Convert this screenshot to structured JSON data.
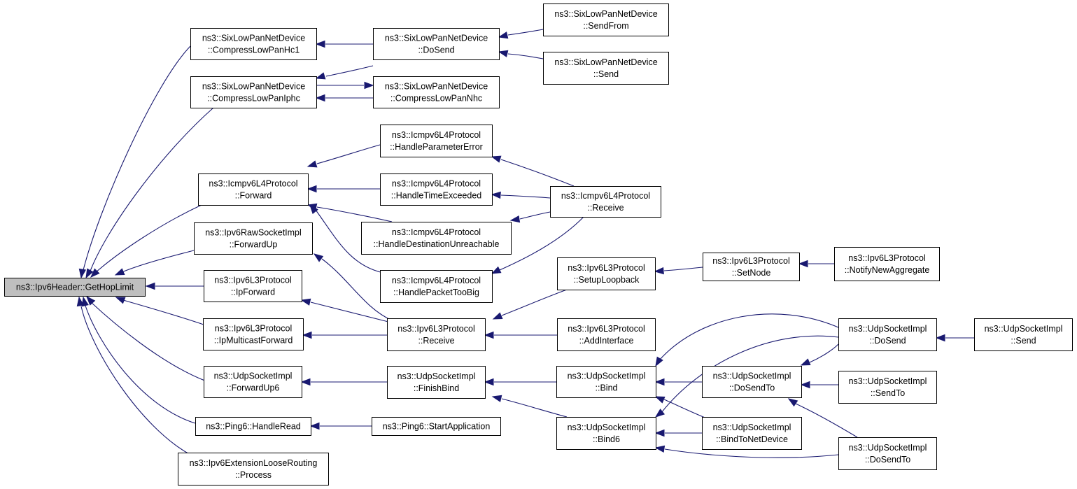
{
  "graph": {
    "nodes": [
      {
        "id": "gethoplimit",
        "lines": [
          "ns3::Ipv6Header::GetHopLimit"
        ],
        "root": true
      },
      {
        "id": "compress_hc1",
        "lines": [
          "ns3::SixLowPanNetDevice",
          "::CompressLowPanHc1"
        ]
      },
      {
        "id": "compress_iphc",
        "lines": [
          "ns3::SixLowPanNetDevice",
          "::CompressLowPanIphc"
        ]
      },
      {
        "id": "icmp_forward",
        "lines": [
          "ns3::Icmpv6L4Protocol",
          "::Forward"
        ]
      },
      {
        "id": "raw_forwardup",
        "lines": [
          "ns3::Ipv6RawSocketImpl",
          "::ForwardUp"
        ]
      },
      {
        "id": "l3_ipforward",
        "lines": [
          "ns3::Ipv6L3Protocol",
          "::IpForward"
        ]
      },
      {
        "id": "l3_ipmulticast",
        "lines": [
          "ns3::Ipv6L3Protocol",
          "::IpMulticastForward"
        ]
      },
      {
        "id": "udp_forwardup6",
        "lines": [
          "ns3::UdpSocketImpl",
          "::ForwardUp6"
        ]
      },
      {
        "id": "ping6_handleread",
        "lines": [
          "ns3::Ping6::HandleRead"
        ]
      },
      {
        "id": "loose_process",
        "lines": [
          "ns3::Ipv6ExtensionLooseRouting",
          "::Process"
        ]
      },
      {
        "id": "six_dosend",
        "lines": [
          "ns3::SixLowPanNetDevice",
          "::DoSend"
        ]
      },
      {
        "id": "six_nhc",
        "lines": [
          "ns3::SixLowPanNetDevice",
          "::CompressLowPanNhc"
        ]
      },
      {
        "id": "icmp_param",
        "lines": [
          "ns3::Icmpv6L4Protocol",
          "::HandleParameterError"
        ]
      },
      {
        "id": "icmp_time",
        "lines": [
          "ns3::Icmpv6L4Protocol",
          "::HandleTimeExceeded"
        ]
      },
      {
        "id": "icmp_dest",
        "lines": [
          "ns3::Icmpv6L4Protocol",
          "::HandleDestinationUnreachable"
        ]
      },
      {
        "id": "icmp_toobig",
        "lines": [
          "ns3::Icmpv6L4Protocol",
          "::HandlePacketTooBig"
        ]
      },
      {
        "id": "l3_receive",
        "lines": [
          "ns3::Ipv6L3Protocol",
          "::Receive"
        ]
      },
      {
        "id": "udp_finishbind",
        "lines": [
          "ns3::UdpSocketImpl",
          "::FinishBind"
        ]
      },
      {
        "id": "ping6_start",
        "lines": [
          "ns3::Ping6::StartApplication"
        ]
      },
      {
        "id": "six_sendfrom",
        "lines": [
          "ns3::SixLowPanNetDevice",
          "::SendFrom"
        ]
      },
      {
        "id": "six_send",
        "lines": [
          "ns3::SixLowPanNetDevice",
          "::Send"
        ]
      },
      {
        "id": "icmp_receive",
        "lines": [
          "ns3::Icmpv6L4Protocol",
          "::Receive"
        ]
      },
      {
        "id": "l3_setuploop",
        "lines": [
          "ns3::Ipv6L3Protocol",
          "::SetupLoopback"
        ]
      },
      {
        "id": "l3_addif",
        "lines": [
          "ns3::Ipv6L3Protocol",
          "::AddInterface"
        ]
      },
      {
        "id": "udp_bind",
        "lines": [
          "ns3::UdpSocketImpl",
          "::Bind"
        ]
      },
      {
        "id": "udp_bind6",
        "lines": [
          "ns3::UdpSocketImpl",
          "::Bind6"
        ]
      },
      {
        "id": "l3_setnode",
        "lines": [
          "ns3::Ipv6L3Protocol",
          "::SetNode"
        ]
      },
      {
        "id": "udp_dosendto_mid",
        "lines": [
          "ns3::UdpSocketImpl",
          "::DoSendTo"
        ]
      },
      {
        "id": "udp_bindtonet",
        "lines": [
          "ns3::UdpSocketImpl",
          "::BindToNetDevice"
        ]
      },
      {
        "id": "l3_notify",
        "lines": [
          "ns3::Ipv6L3Protocol",
          "::NotifyNewAggregate"
        ]
      },
      {
        "id": "udp_dosend",
        "lines": [
          "ns3::UdpSocketImpl",
          "::DoSend"
        ]
      },
      {
        "id": "udp_sendto",
        "lines": [
          "ns3::UdpSocketImpl",
          "::SendTo"
        ]
      },
      {
        "id": "udp_dosendto_right",
        "lines": [
          "ns3::UdpSocketImpl",
          "::DoSendTo"
        ]
      },
      {
        "id": "udp_send",
        "lines": [
          "ns3::UdpSocketImpl",
          "::Send"
        ]
      }
    ],
    "edges": [
      {
        "from": "compress_hc1",
        "to": "gethoplimit"
      },
      {
        "from": "compress_iphc",
        "to": "gethoplimit"
      },
      {
        "from": "icmp_forward",
        "to": "gethoplimit"
      },
      {
        "from": "raw_forwardup",
        "to": "gethoplimit"
      },
      {
        "from": "l3_ipforward",
        "to": "gethoplimit"
      },
      {
        "from": "l3_ipmulticast",
        "to": "gethoplimit"
      },
      {
        "from": "udp_forwardup6",
        "to": "gethoplimit"
      },
      {
        "from": "ping6_handleread",
        "to": "gethoplimit"
      },
      {
        "from": "loose_process",
        "to": "gethoplimit"
      },
      {
        "from": "six_dosend",
        "to": "compress_hc1"
      },
      {
        "from": "six_dosend",
        "to": "compress_iphc"
      },
      {
        "from": "six_nhc",
        "to": "compress_iphc"
      },
      {
        "from": "compress_iphc",
        "to": "six_nhc"
      },
      {
        "from": "six_sendfrom",
        "to": "six_dosend"
      },
      {
        "from": "six_send",
        "to": "six_dosend"
      },
      {
        "from": "icmp_param",
        "to": "icmp_forward"
      },
      {
        "from": "icmp_time",
        "to": "icmp_forward"
      },
      {
        "from": "icmp_dest",
        "to": "icmp_forward"
      },
      {
        "from": "icmp_toobig",
        "to": "icmp_forward"
      },
      {
        "from": "icmp_receive",
        "to": "icmp_param"
      },
      {
        "from": "icmp_receive",
        "to": "icmp_time"
      },
      {
        "from": "icmp_receive",
        "to": "icmp_dest"
      },
      {
        "from": "icmp_receive",
        "to": "icmp_toobig"
      },
      {
        "from": "l3_receive",
        "to": "raw_forwardup"
      },
      {
        "from": "l3_receive",
        "to": "l3_ipforward"
      },
      {
        "from": "l3_receive",
        "to": "l3_ipmulticast"
      },
      {
        "from": "l3_setuploop",
        "to": "l3_receive"
      },
      {
        "from": "l3_addif",
        "to": "l3_receive"
      },
      {
        "from": "l3_setnode",
        "to": "l3_setuploop"
      },
      {
        "from": "l3_notify",
        "to": "l3_setnode"
      },
      {
        "from": "udp_finishbind",
        "to": "udp_forwardup6"
      },
      {
        "from": "udp_bind",
        "to": "udp_finishbind"
      },
      {
        "from": "udp_bind6",
        "to": "udp_finishbind"
      },
      {
        "from": "ping6_start",
        "to": "ping6_handleread"
      },
      {
        "from": "udp_dosend",
        "to": "udp_bind"
      },
      {
        "from": "udp_dosendto_mid",
        "to": "udp_bind"
      },
      {
        "from": "udp_bindtonet",
        "to": "udp_bind"
      },
      {
        "from": "udp_dosend",
        "to": "udp_bind6"
      },
      {
        "from": "udp_bindtonet",
        "to": "udp_bind6"
      },
      {
        "from": "udp_dosendto_right",
        "to": "udp_bind6"
      },
      {
        "from": "udp_send",
        "to": "udp_dosend"
      },
      {
        "from": "udp_dosend",
        "to": "udp_dosendto_mid"
      },
      {
        "from": "udp_sendto",
        "to": "udp_dosendto_mid"
      },
      {
        "from": "udp_dosendto_right",
        "to": "udp_dosendto_mid"
      }
    ]
  }
}
